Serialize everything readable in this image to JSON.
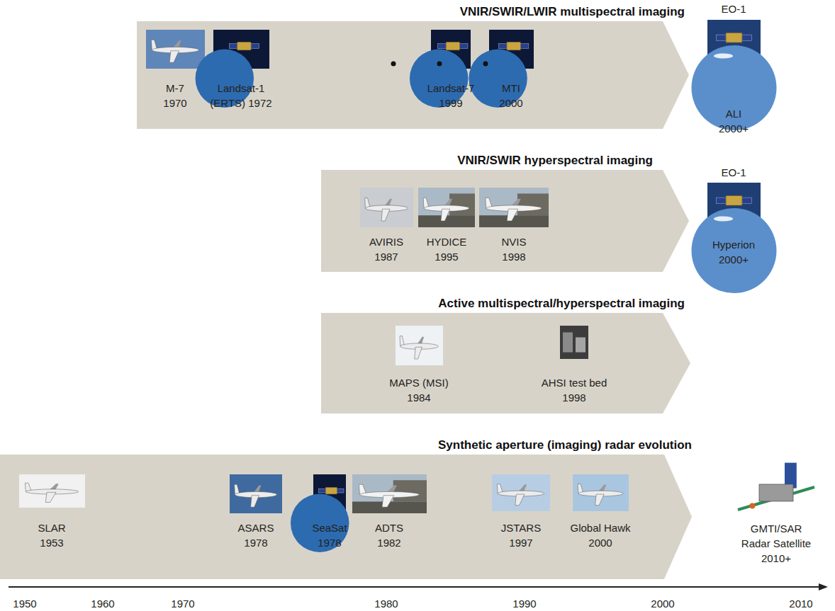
{
  "diagram": {
    "nodes": [
      {
        "text": [
          "VNIR/SWIR/LWIR multispectral imaging"
        ]
      },
      {
        "text": [
          "M-7",
          "1970"
        ],
        "in": 0
      },
      {
        "text": [
          "Landsat-1",
          "(ERTS) 1972"
        ],
        "in": 0
      },
      {
        "text": [
          "Landsat-7",
          "1999"
        ],
        "in": 0
      },
      {
        "text": [
          "MTI",
          "2000"
        ],
        "in": 0
      },
      {
        "text": [
          "EO-1",
          "ALI",
          "2000+"
        ]
      },
      {
        "text": [
          "VNIR/SWIR hyperspectral imaging"
        ]
      },
      {
        "text": [
          "AVIRIS",
          "1987"
        ],
        "in": 6
      },
      {
        "text": [
          "HYDICE",
          "1995"
        ],
        "in": 6
      },
      {
        "text": [
          "NVIS",
          "1998"
        ],
        "in": 6
      },
      {
        "text": [
          "EO-1",
          "Hyperion",
          "2000+"
        ]
      },
      {
        "text": [
          "Active multispectral/hyperspectral imaging"
        ]
      },
      {
        "text": [
          "MAPS (MSI)",
          "1984"
        ],
        "in": 11
      },
      {
        "text": [
          "AHSI test bed",
          "1998"
        ],
        "in": 11
      },
      {
        "text": [
          "Synthetic aperture (imaging) radar evolution"
        ]
      },
      {
        "text": [
          "SLAR",
          "1953"
        ],
        "in": 14
      },
      {
        "text": [
          "ASARS",
          "1978"
        ],
        "in": 14
      },
      {
        "text": [
          "SeaSat",
          "1978"
        ],
        "in": 14
      },
      {
        "text": [
          "ADTS",
          "1982"
        ],
        "in": 14
      },
      {
        "text": [
          "JSTARS",
          "1997"
        ],
        "in": 14
      },
      {
        "text": [
          "Global Hawk",
          "2000"
        ],
        "in": 14
      },
      {
        "text": [
          "GMTI/SAR Radar Satellite",
          "2010+"
        ]
      }
    ],
    "labels": [
      "1950",
      "1960",
      "1970",
      "1980",
      "1990",
      "2000",
      "2010"
    ]
  }
}
